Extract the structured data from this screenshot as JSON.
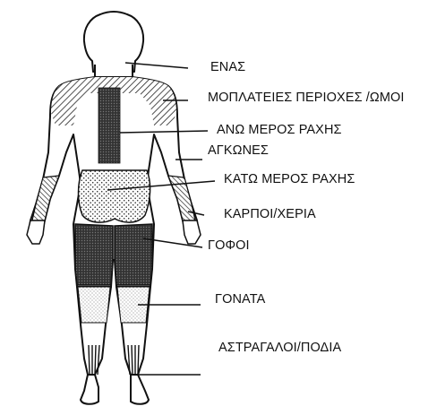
{
  "labels": {
    "neck": "ΕΝΑΣ",
    "shoulders": "ΜΟΠΛΑΤΕΙΕΣ ΠΕΡΙΟΧΕΣ /ΩΜΟΙ",
    "upper_back": "ΑΝΩ ΜΕΡΟΣ ΡΑΧΗΣ",
    "elbows": "ΑΓΚΩΝΕΣ",
    "lower_back": "ΚΑΤΩ ΜΕΡΟΣ ΡΑΧΗΣ",
    "wrists_hands": "ΚΑΡΠΟΙ/ΧΕΡΙΑ",
    "hips": "ΓΟΦΟΙ",
    "knees": "ΓΟΝΑΤΑ",
    "ankles_feet": "ΑΣΤΡΑΓΑΛΟΙ/ΠΟΔΙΑ"
  },
  "colors": {
    "ink": "#111111",
    "paper": "#ffffff"
  }
}
